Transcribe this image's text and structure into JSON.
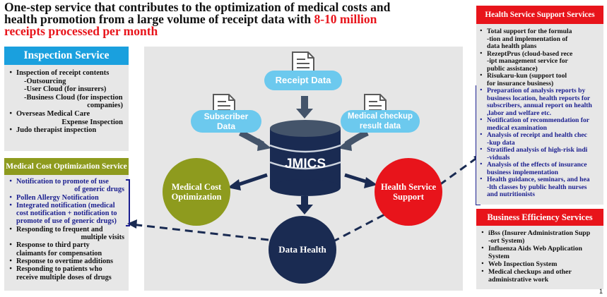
{
  "headline": {
    "line1": "One-step service that contributes to the optimization of medical costs and",
    "line2_prefix": "health promotion from a large volume of receipt data with ",
    "line2_red": "8-10 million",
    "line3_red": "receipts processed per month"
  },
  "inspection": {
    "title": "Inspection Service",
    "items": [
      {
        "text": "Inspection of receipt contents",
        "kind": "bullet"
      },
      {
        "text": "-Outsourcing",
        "kind": "sub"
      },
      {
        "text": "-User Cloud (for insurers)",
        "kind": "sub"
      },
      {
        "text": "-Business Cloud (for inspection",
        "kind": "sub"
      },
      {
        "text": "companies)",
        "kind": "right"
      },
      {
        "text": "Overseas Medical Care",
        "kind": "bullet"
      },
      {
        "text": "Expense Inspection",
        "kind": "right"
      },
      {
        "text": "Judo therapist inspection",
        "kind": "bullet"
      }
    ]
  },
  "medcost": {
    "title": "Medical Cost Optimization Service",
    "items": [
      {
        "text": "Notification to promote of use",
        "kind": "bullet",
        "blue": true
      },
      {
        "text": "of generic drugs",
        "kind": "right",
        "blue": true
      },
      {
        "text": "Pollen Allergy Notification",
        "kind": "bullet",
        "blue": true
      },
      {
        "text": "Integrated notification (medical",
        "kind": "bullet",
        "blue": true
      },
      {
        "text": "cost notification + notification to",
        "kind": "cont",
        "blue": true
      },
      {
        "text": "promote of use of generic drugs)",
        "kind": "cont",
        "blue": true
      },
      {
        "text": "Responding to frequent and",
        "kind": "bullet"
      },
      {
        "text": "multiple visits",
        "kind": "right"
      },
      {
        "text": "Response to third party",
        "kind": "bullet"
      },
      {
        "text": "claimants for compensation",
        "kind": "cont"
      },
      {
        "text": "Response to overtime additions",
        "kind": "bullet"
      },
      {
        "text": "Responding to patients who",
        "kind": "bullet"
      },
      {
        "text": "receive multiple doses of drugs",
        "kind": "cont"
      }
    ]
  },
  "center": {
    "receipt_data": "Receipt Data",
    "subscriber_line1": "Subscriber",
    "subscriber_line2": "Data",
    "checkup_line1": "Medical checkup",
    "checkup_line2": "result data",
    "database": "JMICS",
    "medcost_line1": "Medical Cost",
    "medcost_line2": "Optimization",
    "health_line1": "Health Service",
    "health_line2": "Support",
    "datahealth": "Data Health"
  },
  "health_support": {
    "title": "Health Service Support Services",
    "items": [
      {
        "text": "Total support for the formula",
        "kind": "bullet"
      },
      {
        "text": "-tion and implementation of",
        "kind": "cont"
      },
      {
        "text": "data health plans",
        "kind": "cont"
      },
      {
        "text": "RezeptPrus (cloud-based rece",
        "kind": "bullet"
      },
      {
        "text": "-ipt management service for",
        "kind": "cont"
      },
      {
        "text": "public assistance)",
        "kind": "cont"
      },
      {
        "text": "Risukaru-kun (support tool",
        "kind": "bullet"
      },
      {
        "text": "for insurance business)",
        "kind": "cont"
      },
      {
        "text": "Preparation of analysis reports by",
        "kind": "bullet",
        "blue": true
      },
      {
        "text": "business location, health reports for",
        "kind": "cont",
        "blue": true
      },
      {
        "text": "subscribers, annual report on health",
        "kind": "cont",
        "blue": true
      },
      {
        "text": ",labor and welfare etc.",
        "kind": "cont",
        "blue": true
      },
      {
        "text": "Notification of recommendation for",
        "kind": "bullet",
        "blue": true
      },
      {
        "text": "medical examination",
        "kind": "cont",
        "blue": true
      },
      {
        "text": "Analysis of receipt and health chec",
        "kind": "bullet",
        "blue": true
      },
      {
        "text": "-kup data",
        "kind": "cont",
        "blue": true
      },
      {
        "text": "Stratified analysis of high-risk indi",
        "kind": "bullet",
        "blue": true
      },
      {
        "text": "-viduals",
        "kind": "cont",
        "blue": true
      },
      {
        "text": "Analysis of the effects of insurance",
        "kind": "bullet",
        "blue": true
      },
      {
        "text": "business implementation",
        "kind": "cont",
        "blue": true
      },
      {
        "text": "Health guidance, seminars, and hea",
        "kind": "bullet",
        "blue": true
      },
      {
        "text": "-lth classes by public health nurses",
        "kind": "cont",
        "blue": true
      },
      {
        "text": "and nutritionists",
        "kind": "cont",
        "blue": true
      }
    ]
  },
  "business": {
    "title": "Business Efficiency Services",
    "items": [
      {
        "text": "iBss (Insurer Administration Supp",
        "kind": "bullet"
      },
      {
        "text": "-ort System)",
        "kind": "cont"
      },
      {
        "text": "Influenza Aids Web Application",
        "kind": "bullet"
      },
      {
        "text": "System",
        "kind": "cont"
      },
      {
        "text": "Web Inspection System",
        "kind": "bullet"
      },
      {
        "text": "Medical checkups and other",
        "kind": "bullet"
      },
      {
        "text": "administrative work",
        "kind": "cont"
      }
    ]
  },
  "page_number": "1",
  "colors": {
    "blue_header": "#1aa0de",
    "olive": "#8e9b1e",
    "red_header": "#e8141b",
    "navy": "#1a2b52",
    "bubble": "#6cc9ee",
    "accent_red": "#e8141b"
  }
}
